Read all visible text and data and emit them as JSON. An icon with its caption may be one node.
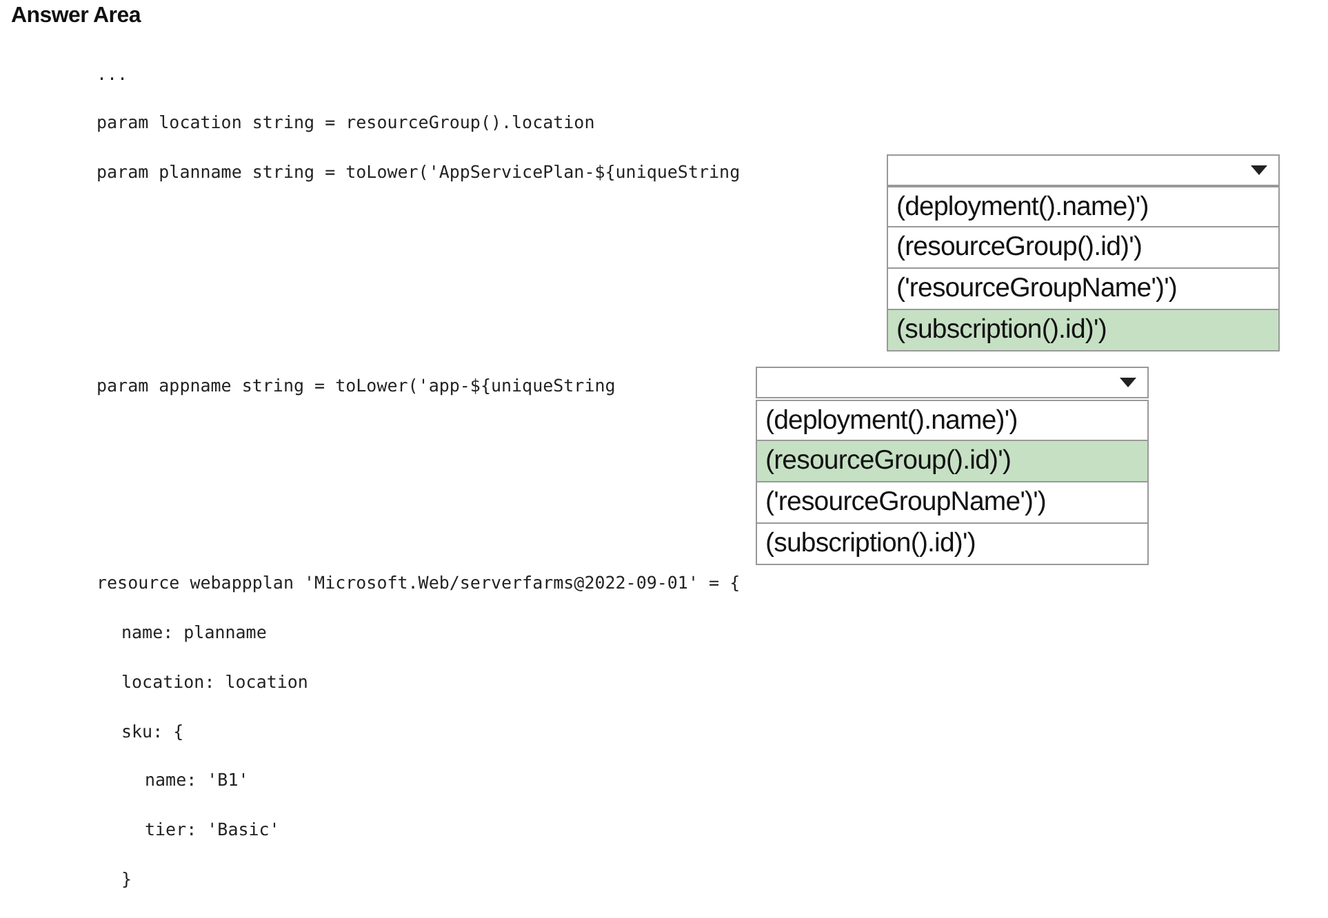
{
  "diagram": {
    "title": "Answer Area",
    "nodes": [
      {
        "text": [],
        "shape": "box"
      },
      {
        "text": [
          "(deployment().name)')"
        ]
      },
      {
        "text": [
          "(resourceGroup().id)')"
        ]
      },
      {
        "text": [
          "('resourceGroupName')')"
        ]
      },
      {
        "text": [
          "(subscription().id)')"
        ]
      },
      {
        "text": [],
        "shape": "box"
      },
      {
        "text": [
          "(deployment().name)')"
        ]
      },
      {
        "text": [
          "(resourceGroup().id)')"
        ]
      },
      {
        "text": [
          "('resourceGroupName')')"
        ]
      },
      {
        "text": [
          "(subscription().id)')"
        ]
      }
    ],
    "labels": [
      "...",
      "param location string = resourceGroup().location",
      "param planname string = toLower('AppServicePlan-${uniqueString",
      "param appname string = toLower('app-${uniqueString",
      "resource webappplan 'Microsoft.Web/serverfarms@2022-09-01' = {",
      "name: planname",
      "location: location",
      "sku: {",
      "name: 'B1'",
      "tier: 'Basic'",
      "}"
    ]
  }
}
